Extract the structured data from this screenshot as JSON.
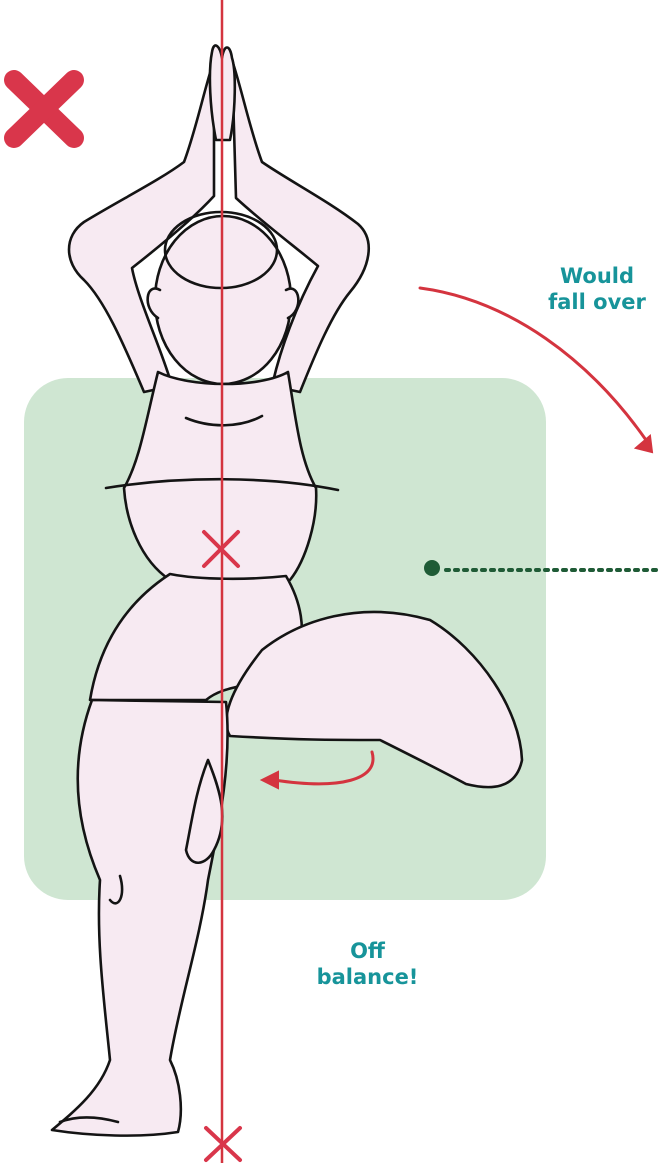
{
  "annotations": {
    "fall_over": {
      "line1": "Would",
      "line2": "fall over"
    },
    "off_balance": {
      "line1": "Off",
      "line2": "balance!"
    }
  },
  "colors": {
    "background_panel": "#cfe6d2",
    "figure_fill": "#f7eaf2",
    "outline": "#141414",
    "center_line": "#d4343f",
    "wrong_mark": "#d9364b",
    "label_text": "#17949a",
    "pointer_dots": "#1f5b36"
  },
  "icons": [
    "wrong-cross-icon",
    "center-of-mass-x-icon",
    "base-x-icon",
    "fall-arrow-icon",
    "off-balance-arrow-icon"
  ]
}
